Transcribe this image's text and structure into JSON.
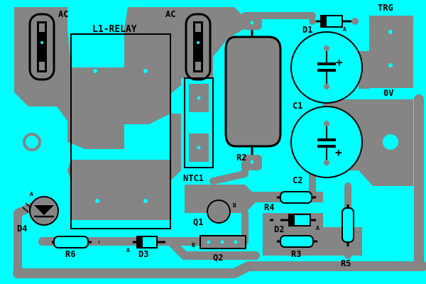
{
  "colors": {
    "board": "#00ffff",
    "copper": "#858585",
    "silkscreen": "#000000",
    "pad": "#00ffff"
  },
  "labels": {
    "ac_left": "AC",
    "ac_right": "AC",
    "relay": "L1-RELAY",
    "ntc": "NTC1",
    "r2": "R2",
    "d1": "D1",
    "d1_anode": "A",
    "trg": "TRG",
    "ov": "0V",
    "c1": "C1",
    "c2": "C2",
    "c1_plus": "+",
    "c2_plus": "+",
    "r4": "R4",
    "d2": "D2",
    "d2_anode": "A",
    "r3": "R3",
    "r5": "R5",
    "q1": "Q1",
    "q1_b": "B",
    "q2": "Q2",
    "q2_b": "B",
    "d4": "D4",
    "d4_anode": "A",
    "r6": "R6",
    "d3": "D3",
    "d3_anode": "A"
  }
}
